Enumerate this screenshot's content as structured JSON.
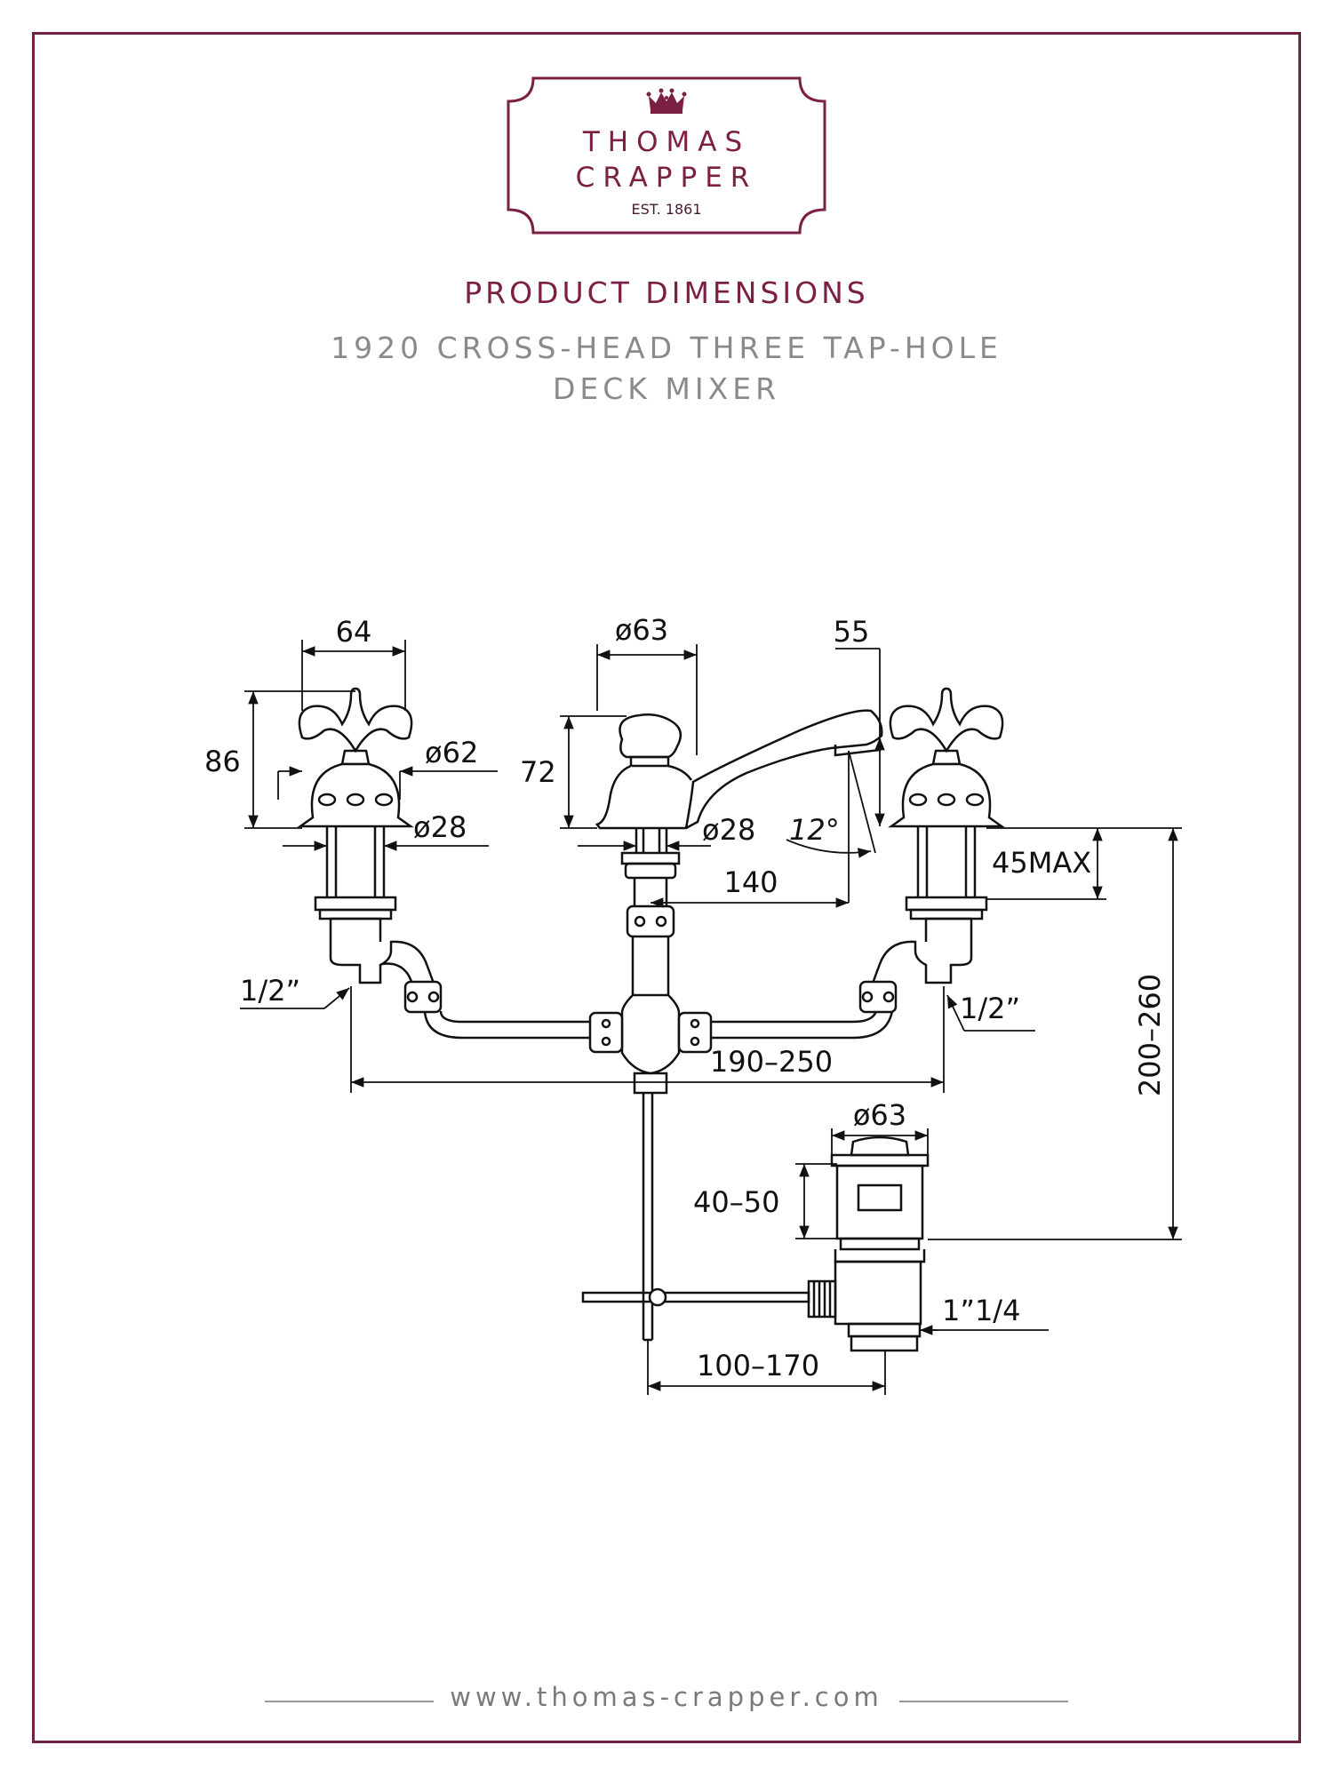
{
  "brand": {
    "name_line1": "THOMAS",
    "name_line2": "CRAPPER",
    "established": "EST. 1861",
    "accent_color": "#7b1f45",
    "logo_icon": "crown-icon"
  },
  "header": {
    "section_title": "PRODUCT DIMENSIONS",
    "product_line1": "1920 CROSS-HEAD THREE TAP-HOLE",
    "product_line2": "DECK MIXER"
  },
  "diagram": {
    "labels": {
      "handle_width": "64",
      "handle_height": "86",
      "handle_diameter": "ø62",
      "left_stem_diameter": "ø28",
      "spout_body_diameter": "ø63",
      "spout_projection": "55",
      "spout_body_height": "72",
      "spout_stem_diameter": "ø28",
      "spout_angle": "12°",
      "spout_reach": "140",
      "max_deck_thickness": "45MAX",
      "left_connection": "1/2”",
      "right_connection": "1/2”",
      "tap_centres": "190–250",
      "total_depth": "200–260",
      "waste_diameter": "ø63",
      "waste_height": "40–50",
      "waste_thread": "1”1/4",
      "rod_length": "100–170"
    }
  },
  "footer": {
    "url": "www.thomas-crapper.com"
  }
}
